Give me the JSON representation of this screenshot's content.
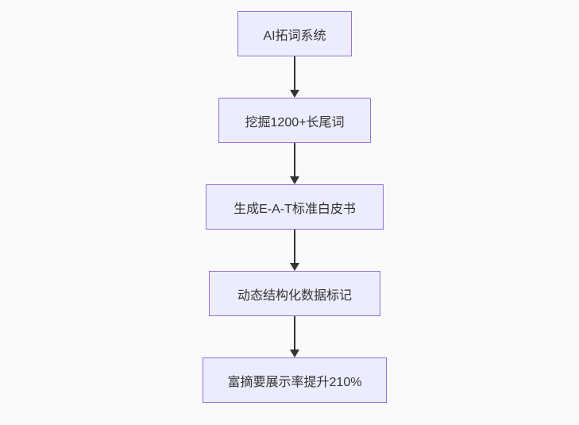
{
  "colors": {
    "node_fill": "#ECECFF",
    "node_border": "#9370DB",
    "node_text": "#333333",
    "edge_color": "#333333",
    "background": "#fafafa"
  },
  "flowchart": {
    "type": "flowchart",
    "direction": "top-down",
    "nodes": [
      {
        "id": "n1",
        "label": "AI拓词系统"
      },
      {
        "id": "n2",
        "label": "挖掘1200+长尾词"
      },
      {
        "id": "n3",
        "label": "生成E-A-T标准白皮书"
      },
      {
        "id": "n4",
        "label": "动态结构化数据标记"
      },
      {
        "id": "n5",
        "label": "富摘要展示率提升210%"
      }
    ],
    "edges": [
      {
        "from": "n1",
        "to": "n2",
        "arrow": "down"
      },
      {
        "from": "n2",
        "to": "n3",
        "arrow": "down"
      },
      {
        "from": "n3",
        "to": "n4",
        "arrow": "down"
      },
      {
        "from": "n4",
        "to": "n5",
        "arrow": "down"
      }
    ]
  }
}
